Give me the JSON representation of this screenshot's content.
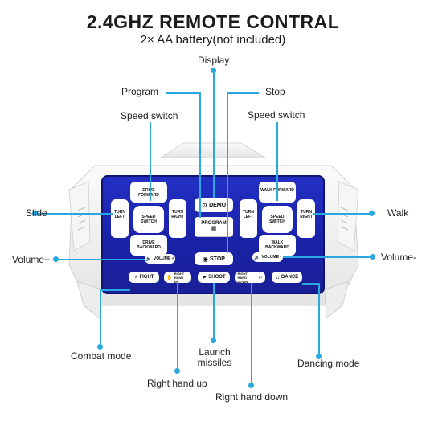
{
  "title": "2.4GHZ REMOTE CONTRAL",
  "subtitle": "2× AA battery(not included)",
  "callouts": {
    "display": "Display",
    "program": "Program",
    "stop": "Stop",
    "speed_left": "Speed switch",
    "speed_right": "Speed switch",
    "slide": "Slide",
    "walk": "Walk",
    "volume_plus": "Volume+",
    "volume_minus": "Volume-",
    "combat": "Combat mode",
    "launch_line1": "Launch",
    "launch_line2": "missiles",
    "dancing": "Dancing mode",
    "right_hand_up": "Right hand up",
    "right_hand_down": "Right hand down"
  },
  "remote": {
    "left_pad": {
      "up": "DRIVE FORWARD",
      "down": "DRIVE BACKWARD",
      "left": "TURN LEFT",
      "right": "TURN RIGHT",
      "center": "SPEED SWITCH"
    },
    "right_pad": {
      "up": "WALK FORWARD",
      "down": "WALK BACKWARD",
      "left": "TURN LEFT",
      "right": "TURN RIGHT",
      "center": "SPEED SWITCH"
    },
    "demo": "DEMO",
    "program": "PROGRAM",
    "stop": "STOP",
    "volume_plus": "VOLUME +",
    "volume_minus": "VOLUME -",
    "fight": "FIGHT",
    "right_hand_up": "RIGHT HAND UP",
    "shoot": "SHOOT",
    "right_hand_down": "RIGHT HAND DOWN",
    "dance": "DANCE"
  },
  "colors": {
    "panel": "#1a22a8",
    "callout_line": "#29a8e0",
    "shell": "#f2f2f2"
  }
}
